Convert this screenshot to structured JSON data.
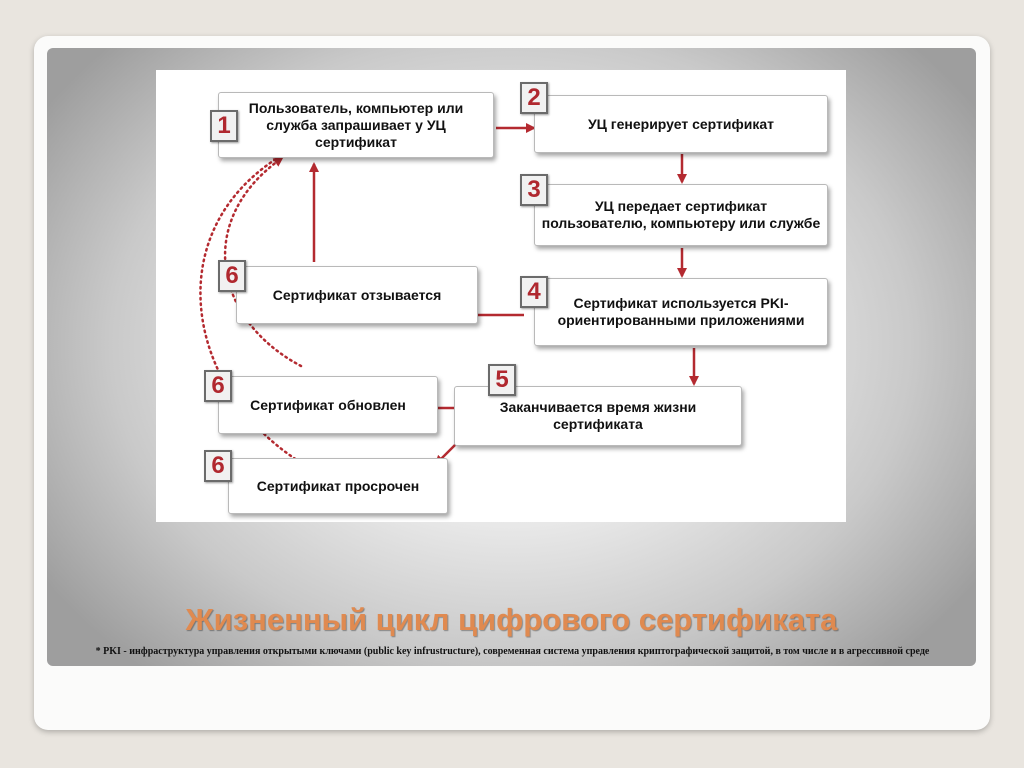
{
  "diagram": {
    "box1": "Пользователь, компьютер или служба запрашивает у УЦ сертификат",
    "box2": "УЦ генерирует сертификат",
    "box3": "УЦ  передает сертификат пользователю, компьютеру или службе",
    "box4": "Сертификат используется  PKI-ориентированными приложениями",
    "box5": "Заканчивается время жизни сертификата",
    "box6_revoked": "Сертификат отзывается",
    "box6_renewed": "Сертификат обновлен",
    "box6_expired": "Сертификат просрочен",
    "num1": "1",
    "num2": "2",
    "num3": "3",
    "num4": "4",
    "num5": "5",
    "num6a": "6",
    "num6b": "6",
    "num6c": "6",
    "arrow_color": "#b42a30"
  },
  "slide": {
    "title": "Жизненный цикл цифрового сертификата",
    "footnote": "* PKI - инфраструктура управления открытыми ключами (public key infrustructure), современная система управления криптографической защитой, в том числе и в агрессивной среде",
    "title_color": "#e08a50"
  }
}
